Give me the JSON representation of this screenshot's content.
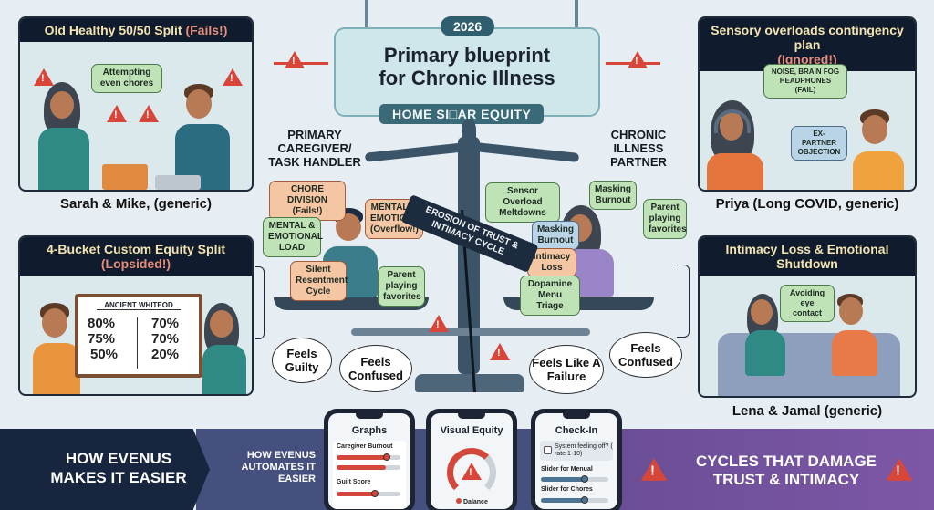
{
  "title": {
    "year": "2026",
    "main_line1": "Primary blueprint",
    "main_line2": "for Chronic Illness",
    "subtitle": "HOME SI□AR EQUITY"
  },
  "panels": {
    "top_left": {
      "heading": "Old Healthy 50/50 Split",
      "heading_flag": "(Fails!)",
      "bubble": "Attempting even chores",
      "caption": "Sarah & Mike, (generic)"
    },
    "mid_left": {
      "heading": "4-Bucket Custom Equity Split",
      "heading_flag": "(Lopsided!)",
      "board_title": "ANCIENT WHITEOD",
      "board_left": [
        "80%",
        "75%",
        "50%"
      ],
      "board_right": [
        "70%",
        "70%",
        "20%"
      ]
    },
    "top_right": {
      "heading": "Sensory overloads contingency plan",
      "heading_flag": "(Ignored!)",
      "bubble_her": "NOISE, BRAIN FOG HEADPHONES (FAIL)",
      "bubble_him": "EX-PARTNER OBJECTION",
      "caption": "Priya (Long COVID, generic)"
    },
    "mid_right": {
      "heading": "Intimacy Loss & Emotional Shutdown",
      "bubble": "Avoiding eye contact",
      "caption": "Lena & Jamal (generic)"
    }
  },
  "scale": {
    "left_role": "PRIMARY CAREGIVER/ TASK HANDLER",
    "right_role": "CHRONIC ILLNESS PARTNER",
    "left_bubbles": [
      "CHORE DIVISION (Fails!)",
      "MENTAL & EMOTIONAL LOAD",
      "MENTAL & EMOTIONAL (Overflow!)",
      "Silent Resentment Cycle",
      "Parent playing favorites"
    ],
    "right_bubbles": [
      "Sensor Overload Meltdowns",
      "Masking Burnout",
      "Parent playing favorites",
      "Masking Burnout",
      "Intimacy Loss",
      "Dopamine Menu Triage"
    ],
    "banner": "EROSION OF TRUST & INTIMACY CYCLE",
    "thoughts": [
      "Feels Guilty",
      "Feels Confused",
      "Feels Like A Failure",
      "Feels Confused"
    ]
  },
  "bottom": {
    "left_title": "HOW EVENUS MAKES IT EASIER",
    "mid_title": "HOW EVENUS AUTOMATES IT EASIER",
    "right_title": "CYCLES THAT DAMAGE TRUST & INTIMACY",
    "phones": {
      "graphs": {
        "title": "Graphs",
        "metric1": "Caregiver Burnout",
        "metric2": "Guilt Score"
      },
      "visual": {
        "title": "Visual Equity",
        "legend": "Dalance"
      },
      "checkin": {
        "title": "Check-In",
        "question": "System feeling off? ( rate 1-10)",
        "slider1": "Slider for Menual",
        "slider2": "Slider for Chores"
      }
    }
  },
  "colors": {
    "background": "#e6edf3",
    "panel_header": "#101c2e",
    "warning_red": "#d8463a",
    "scale_steel": "#3b5468",
    "bottom_navy": "#17253e",
    "bottom_purple": "#7d57a6"
  }
}
